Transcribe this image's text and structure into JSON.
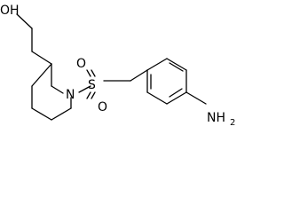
{
  "molecule": {
    "atoms": {
      "hydroxyl": "OH",
      "nitrogen": "N",
      "sulfur": "S",
      "oxygen_top": "O",
      "oxygen_bottom": "O",
      "amine": "NH",
      "amine_subscript": "2"
    }
  }
}
